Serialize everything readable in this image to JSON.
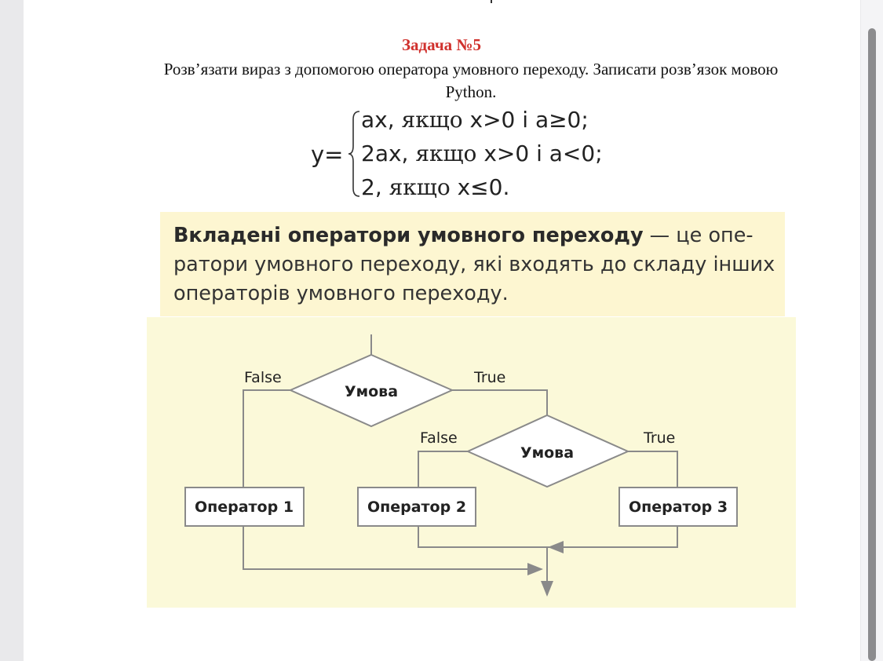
{
  "task": {
    "title": "Задача №5",
    "text": "Розв’язати вираз з допомогою оператора умовного переходу. Записати розв’язок мовою Python."
  },
  "formula": {
    "lhs": "y=",
    "cases": [
      {
        "expr": "ax,",
        "cond_word": "якщо",
        "cond": "x>0 і a≥0;"
      },
      {
        "expr": "2ax,",
        "cond_word": "якщо",
        "cond": "x>0 і a<0;"
      },
      {
        "expr": "2,",
        "cond_word": "якщо",
        "cond": "x≤0."
      }
    ]
  },
  "definition": {
    "term": "Вкладені оператори умовного переходу",
    "rest": " — це опе­ратори умовного переходу, які входять до складу ін­ших операторів умовного переходу."
  },
  "flowchart": {
    "condition_1": "Умова",
    "condition_2": "Умова",
    "label_false_1": "False",
    "label_true_1": "True",
    "label_false_2": "False",
    "label_true_2": "True",
    "operator_1": "Оператор 1",
    "operator_2": "Оператор 2",
    "operator_3": "Оператор 3"
  },
  "colors": {
    "title_red": "#d0312d",
    "definition_bg": "#fdf6d1",
    "diagram_bg": "#fbf9d9",
    "diagram_stroke": "#8a8a8a"
  }
}
